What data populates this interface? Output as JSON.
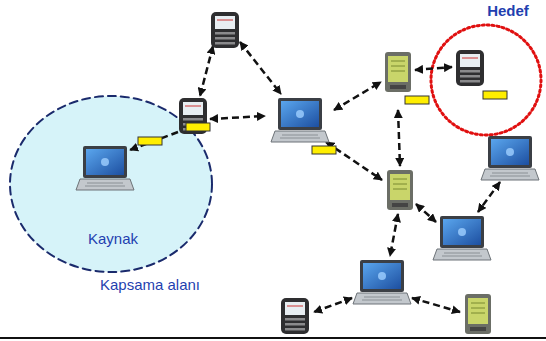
{
  "diagram": {
    "nodes": [
      {
        "text": [
          "Kapsama alanı"
        ]
      },
      {
        "text": [
          "Kaynak"
        ],
        "in": 0
      },
      {
        "text": [
          "Hedef"
        ]
      }
    ]
  }
}
